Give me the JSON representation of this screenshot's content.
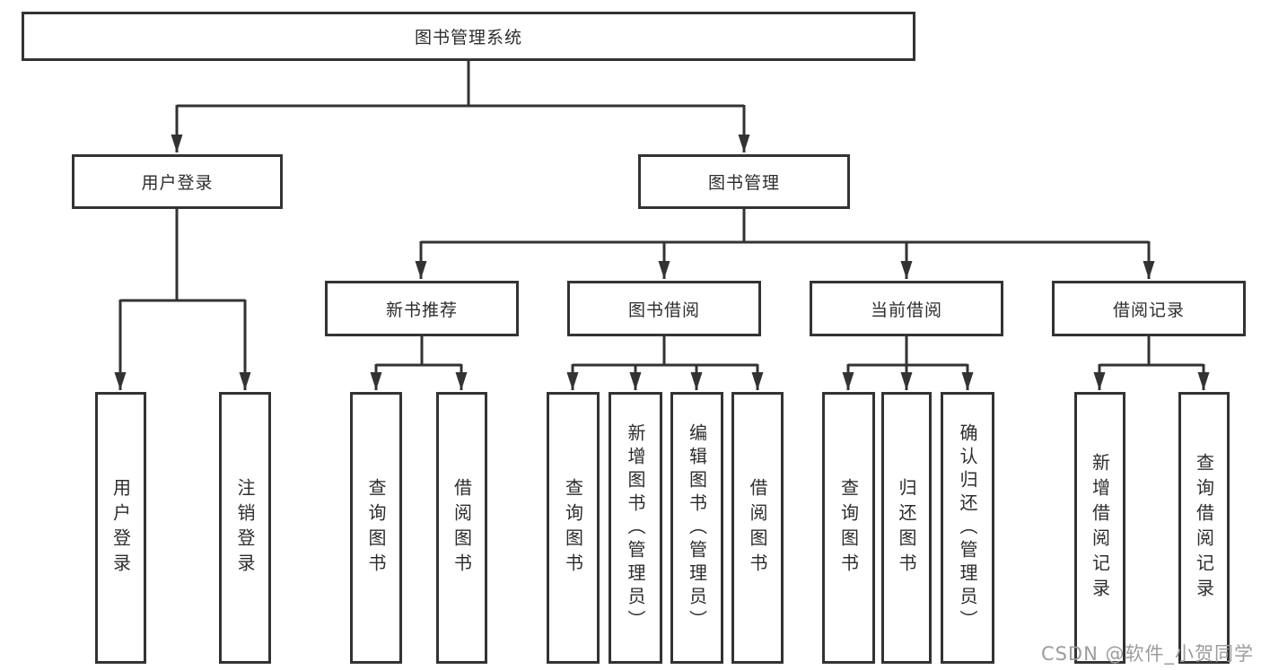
{
  "page": {
    "background": "#ffffff"
  },
  "colors": {
    "line": "#333333",
    "box_border": "#333333",
    "box_background": "#ffffff",
    "text": "#2d2d2d",
    "watermark": "#9c9c9c"
  },
  "watermark": {
    "text": "CSDN @软件_小贺同学"
  },
  "nodes": {
    "root": {
      "label": "图书管理系统"
    },
    "login": {
      "label": "用户登录"
    },
    "mgmt": {
      "label": "图书管理"
    },
    "recommend": {
      "label": "新书推荐"
    },
    "borrow": {
      "label": "图书借阅"
    },
    "current": {
      "label": "当前借阅"
    },
    "records": {
      "label": "借阅记录"
    },
    "login_user": {
      "label": "用户登录"
    },
    "logout": {
      "label": "注销登录"
    },
    "rec_query": {
      "label": "查询图书"
    },
    "rec_borrow": {
      "label": "借阅图书"
    },
    "bor_query": {
      "label": "查询图书"
    },
    "bor_add": {
      "label": "新增图书（管理员）"
    },
    "bor_edit": {
      "label": "编辑图书（管理员）"
    },
    "bor_borrow": {
      "label": "借阅图书"
    },
    "cur_query": {
      "label": "查询图书"
    },
    "cur_return": {
      "label": "归还图书"
    },
    "cur_confirm": {
      "label": "确认归还（管理员）"
    },
    "rb_add": {
      "label": "新增借阅记录"
    },
    "rb_query": {
      "label": "查询借阅记录"
    }
  },
  "hierarchy": [
    {
      "parent": "图书管理系统",
      "children": [
        "用户登录",
        "图书管理"
      ]
    },
    {
      "parent": "用户登录",
      "children": [
        "用户登录",
        "注销登录"
      ]
    },
    {
      "parent": "图书管理",
      "children": [
        "新书推荐",
        "图书借阅",
        "当前借阅",
        "借阅记录"
      ]
    },
    {
      "parent": "新书推荐",
      "children": [
        "查询图书",
        "借阅图书"
      ]
    },
    {
      "parent": "图书借阅",
      "children": [
        "查询图书",
        "新增图书（管理员）",
        "编辑图书（管理员）",
        "借阅图书"
      ]
    },
    {
      "parent": "当前借阅",
      "children": [
        "查询图书",
        "归还图书",
        "确认归还（管理员）"
      ]
    },
    {
      "parent": "借阅记录",
      "children": [
        "新增借阅记录",
        "查询借阅记录"
      ]
    }
  ]
}
